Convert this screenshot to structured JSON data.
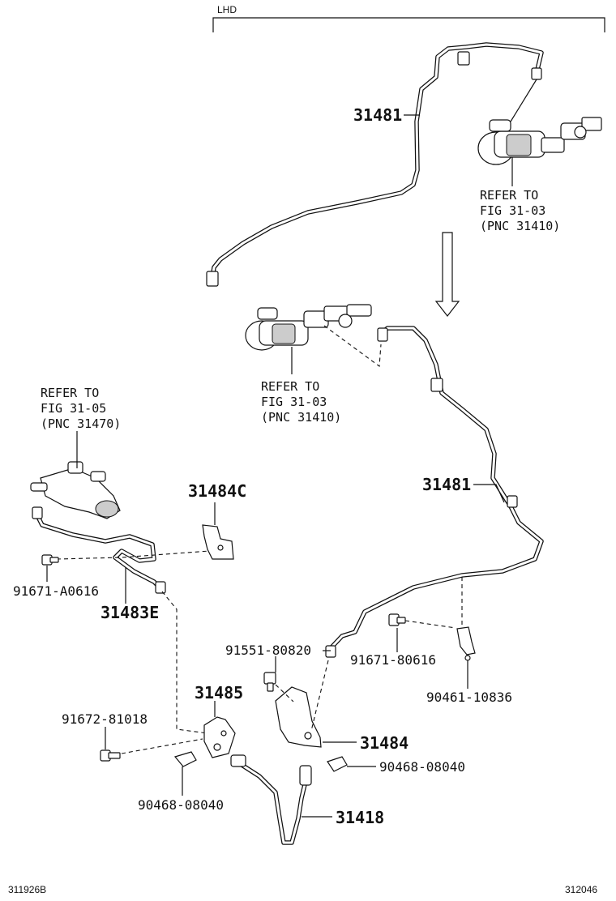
{
  "title": "LHD",
  "image_code_left": "311926B",
  "image_code_right": "312046",
  "refs": {
    "top_master": [
      "REFER TO",
      "FIG 31-03",
      "(PNC 31410)"
    ],
    "mid_master": [
      "REFER TO",
      "FIG 31-03",
      "(PNC 31410)"
    ],
    "release_cyl": [
      "REFER TO",
      "FIG 31-05",
      "(PNC 31470)"
    ]
  },
  "parts": {
    "tube_top": "31481",
    "tube_mid": "31481",
    "bracket_c": "31484C",
    "bolt_a0616": "91671-A0616",
    "tube_e": "31483E",
    "bolt_80820": "91551-80820",
    "bolt_80616": "91671-80616",
    "clamp_10836": "90461-10836",
    "bracket_31485": "31485",
    "bolt_81018": "91672-81018",
    "bracket_31484": "31484",
    "clip_right": "90468-08040",
    "clip_left": "90468-08040",
    "hose": "31418"
  }
}
